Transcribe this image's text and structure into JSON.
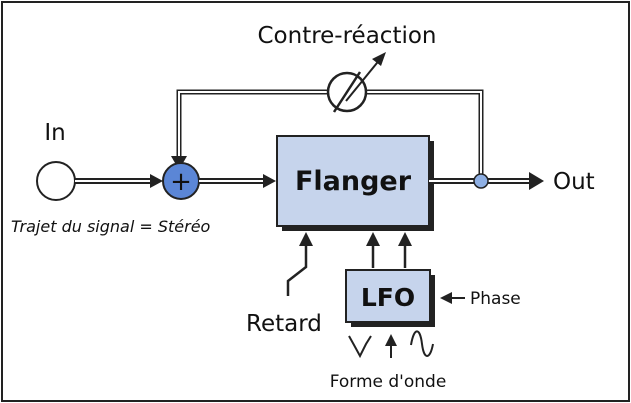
{
  "labels": {
    "feedback": "Contre-réaction",
    "input": "In",
    "output": "Out",
    "signal_path": "Trajet du signal = Stéréo",
    "delay": "Retard",
    "phase": "Phase",
    "waveform": "Forme d'onde"
  },
  "blocks": {
    "flanger": "Flanger",
    "lfo": "LFO",
    "summer": "+"
  },
  "colors": {
    "block_fill": "#c6d4ec",
    "summer_fill": "#5b86d6",
    "junction_fill": "#8fb0e4",
    "line": "#222222",
    "shadow": "#222222"
  }
}
